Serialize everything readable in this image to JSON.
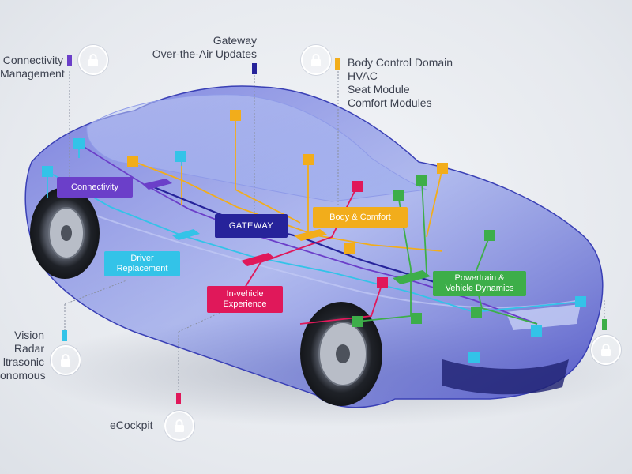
{
  "labels": {
    "connectivity_mgmt": [
      "Connectivity",
      "Management"
    ],
    "gateway_ota": [
      "Gateway",
      "Over-the-Air Updates"
    ],
    "body_control": [
      "Body Control Domain",
      "HVAC",
      "Seat Module",
      "Comfort Modules"
    ],
    "adas": [
      "Vision",
      "Radar",
      "ltrasonic",
      "onomous"
    ],
    "ecockpit": "eCockpit"
  },
  "nodes": {
    "connectivity": "Connectivity",
    "gateway": "GATEWAY",
    "body_comfort": "Body & Comfort",
    "driver_replacement": [
      "Driver",
      "Replacement"
    ],
    "in_vehicle": [
      "In-vehicle",
      "Experience"
    ],
    "powertrain": [
      "Powertrain &",
      "Vehicle Dynamics"
    ]
  },
  "colors": {
    "connectivity": "#6b3fc9",
    "gateway": "#26239a",
    "body": "#f2ad1b",
    "driver": "#33c3e8",
    "experience": "#e0185a",
    "powertrain": "#3dae49"
  },
  "icons": [
    "lock-icon"
  ]
}
